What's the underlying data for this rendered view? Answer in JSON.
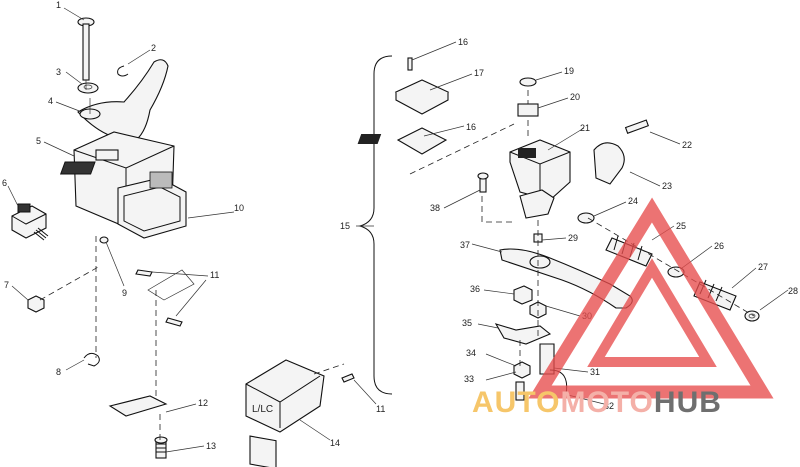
{
  "callouts": [
    {
      "id": "1",
      "text": "1"
    },
    {
      "id": "2",
      "text": "2"
    },
    {
      "id": "3",
      "text": "3"
    },
    {
      "id": "4",
      "text": "4"
    },
    {
      "id": "5",
      "text": "5"
    },
    {
      "id": "6",
      "text": "6"
    },
    {
      "id": "7",
      "text": "7"
    },
    {
      "id": "8",
      "text": "8"
    },
    {
      "id": "9",
      "text": "9"
    },
    {
      "id": "10",
      "text": "10"
    },
    {
      "id": "11a",
      "text": "11"
    },
    {
      "id": "11b",
      "text": "11"
    },
    {
      "id": "12",
      "text": "12"
    },
    {
      "id": "13",
      "text": "13"
    },
    {
      "id": "14",
      "text": "14"
    },
    {
      "id": "15",
      "text": "15"
    },
    {
      "id": "16a",
      "text": "16"
    },
    {
      "id": "17",
      "text": "17"
    },
    {
      "id": "16b",
      "text": "16"
    },
    {
      "id": "19",
      "text": "19"
    },
    {
      "id": "20",
      "text": "20"
    },
    {
      "id": "21",
      "text": "21"
    },
    {
      "id": "22",
      "text": "22"
    },
    {
      "id": "23",
      "text": "23"
    },
    {
      "id": "24",
      "text": "24"
    },
    {
      "id": "25",
      "text": "25"
    },
    {
      "id": "26",
      "text": "26"
    },
    {
      "id": "27",
      "text": "27"
    },
    {
      "id": "28",
      "text": "28"
    },
    {
      "id": "29",
      "text": "29"
    },
    {
      "id": "30",
      "text": "30"
    },
    {
      "id": "31",
      "text": "31"
    },
    {
      "id": "32",
      "text": "32"
    },
    {
      "id": "33",
      "text": "33"
    },
    {
      "id": "34",
      "text": "34"
    },
    {
      "id": "35",
      "text": "35"
    },
    {
      "id": "36",
      "text": "36"
    },
    {
      "id": "37",
      "text": "37"
    },
    {
      "id": "38",
      "text": "38"
    }
  ],
  "switch_label": "L/LC",
  "watermark": {
    "part1": "AUTO",
    "part2": "MOTO",
    "part3": "HUB",
    "colors": {
      "triangle": "#e74c4c",
      "auto": "#f6c66a",
      "moto": "#f4b0a8",
      "hub": "#6f6f6f"
    }
  }
}
